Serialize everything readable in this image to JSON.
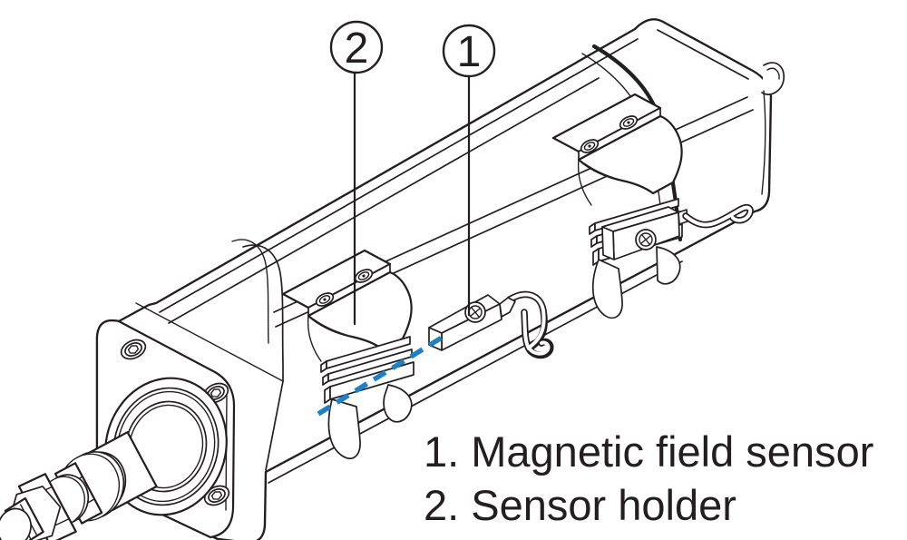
{
  "figure": {
    "description": "Isometric technical line drawing of a pneumatic cylinder showing how a magnetic field sensor is inserted into a sensor holder clamped on the cylinder barrel",
    "callouts": [
      {
        "number": "2",
        "refers_to": "Sensor holder"
      },
      {
        "number": "1",
        "refers_to": "Magnetic field sensor"
      }
    ],
    "legend": {
      "items": [
        "1. Magnetic field sensor",
        "2. Sensor holder"
      ]
    },
    "colors": {
      "line": "#231f20",
      "insertion_path_blue": "#1e81c6",
      "background": "#ffffff"
    }
  }
}
